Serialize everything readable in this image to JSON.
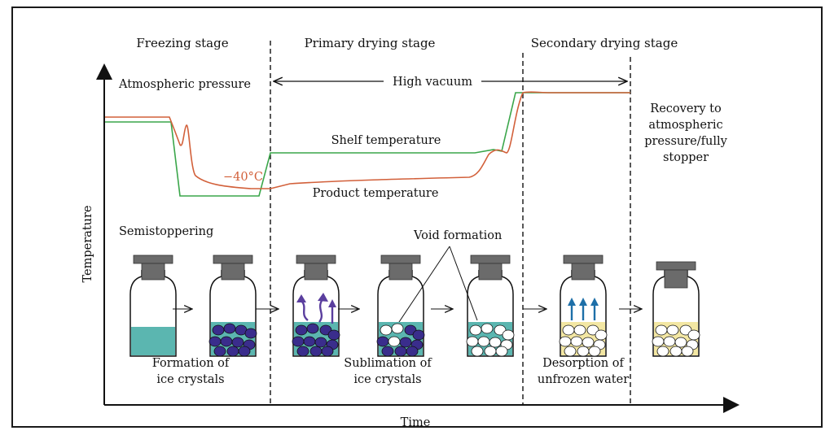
{
  "stages": {
    "freezing": "Freezing stage",
    "primary": "Primary drying stage",
    "secondary": "Secondary drying stage"
  },
  "pressure": {
    "atmospheric": "Atmospheric pressure",
    "high_vacuum": "High vacuum",
    "recovery": [
      "Recovery to",
      "atmospheric",
      "pressure/fully",
      "stopper"
    ]
  },
  "curves": {
    "shelf": "Shelf temperature",
    "product": "Product temperature",
    "min_temp": "−40°C",
    "shelf_color": "#3aa64a",
    "product_color": "#d2603a"
  },
  "annotations": {
    "semistoppering": "Semistoppering",
    "void_formation": "Void formation"
  },
  "captions": {
    "formation": [
      "Formation of",
      "ice crystals"
    ],
    "sublimation": [
      "Sublimation of",
      "ice crystals"
    ],
    "desorption": [
      "Desorption of",
      "unfrozen water"
    ]
  },
  "axes": {
    "y": "Temperature",
    "x": "Time"
  },
  "colors": {
    "liquid": "#5bb6b0",
    "ice_crystal": "#3a2d8c",
    "dried_cake": "#f3e7a3",
    "stopper": "#6b6b6b",
    "vapor_purple": "#5a3e9e",
    "vapor_blue": "#1d6fa8"
  }
}
